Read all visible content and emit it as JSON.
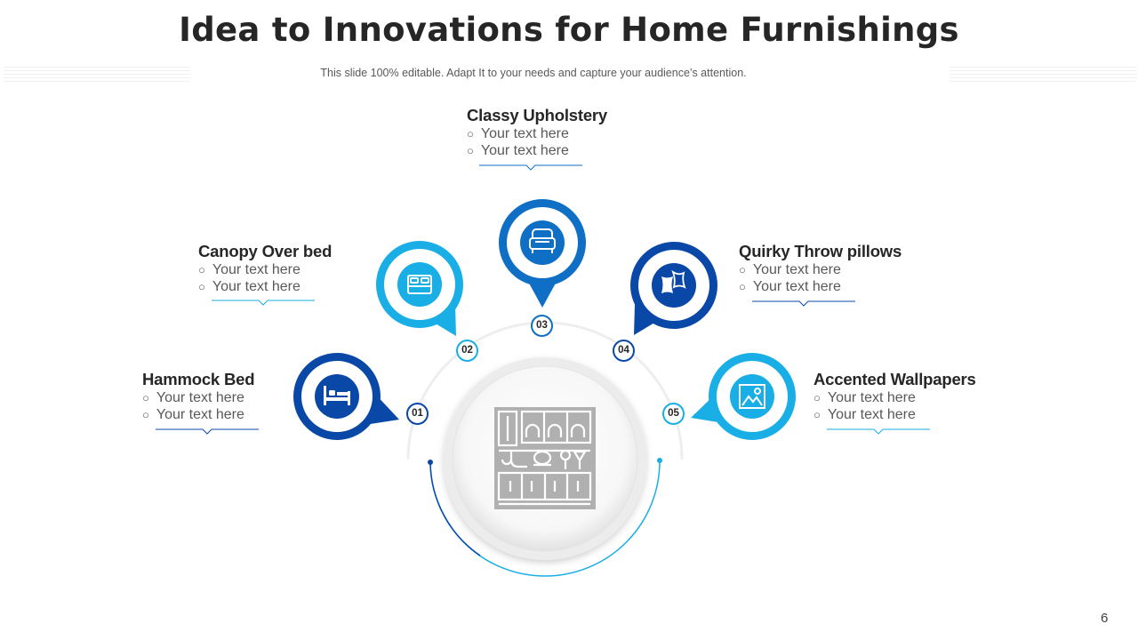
{
  "slide": {
    "title": "Idea to Innovations for Home Furnishings",
    "subtitle": "This slide 100% editable. Adapt  It to your needs and capture your audience’s attention.",
    "page_number": "6"
  },
  "colors": {
    "dark_blue": "#0a48a8",
    "mid_blue": "#0e6fc4",
    "light_blue": "#1aaee6",
    "center_icon": "#b0b0b0"
  },
  "center": {
    "icon": "home-furnishings-icon"
  },
  "items": [
    {
      "number": "01",
      "title": "Hammock Bed",
      "bullets": [
        "Your text here",
        "Your text here"
      ],
      "icon": "bed-icon",
      "color": "#0a48a8"
    },
    {
      "number": "02",
      "title": "Canopy Over bed",
      "bullets": [
        "Your text here",
        "Your text here"
      ],
      "icon": "canopy-bed-icon",
      "color": "#1aaee6"
    },
    {
      "number": "03",
      "title": "Classy Upholstery",
      "bullets": [
        "Your text here",
        "Your text here"
      ],
      "icon": "armchair-icon",
      "color": "#0e6fc4"
    },
    {
      "number": "04",
      "title": "Quirky Throw pillows",
      "bullets": [
        "Your text here",
        "Your text here"
      ],
      "icon": "pillows-icon",
      "color": "#0a48a8"
    },
    {
      "number": "05",
      "title": "Accented Wallpapers",
      "bullets": [
        "Your text here",
        "Your text here"
      ],
      "icon": "wallpaper-icon",
      "color": "#1aaee6"
    }
  ]
}
